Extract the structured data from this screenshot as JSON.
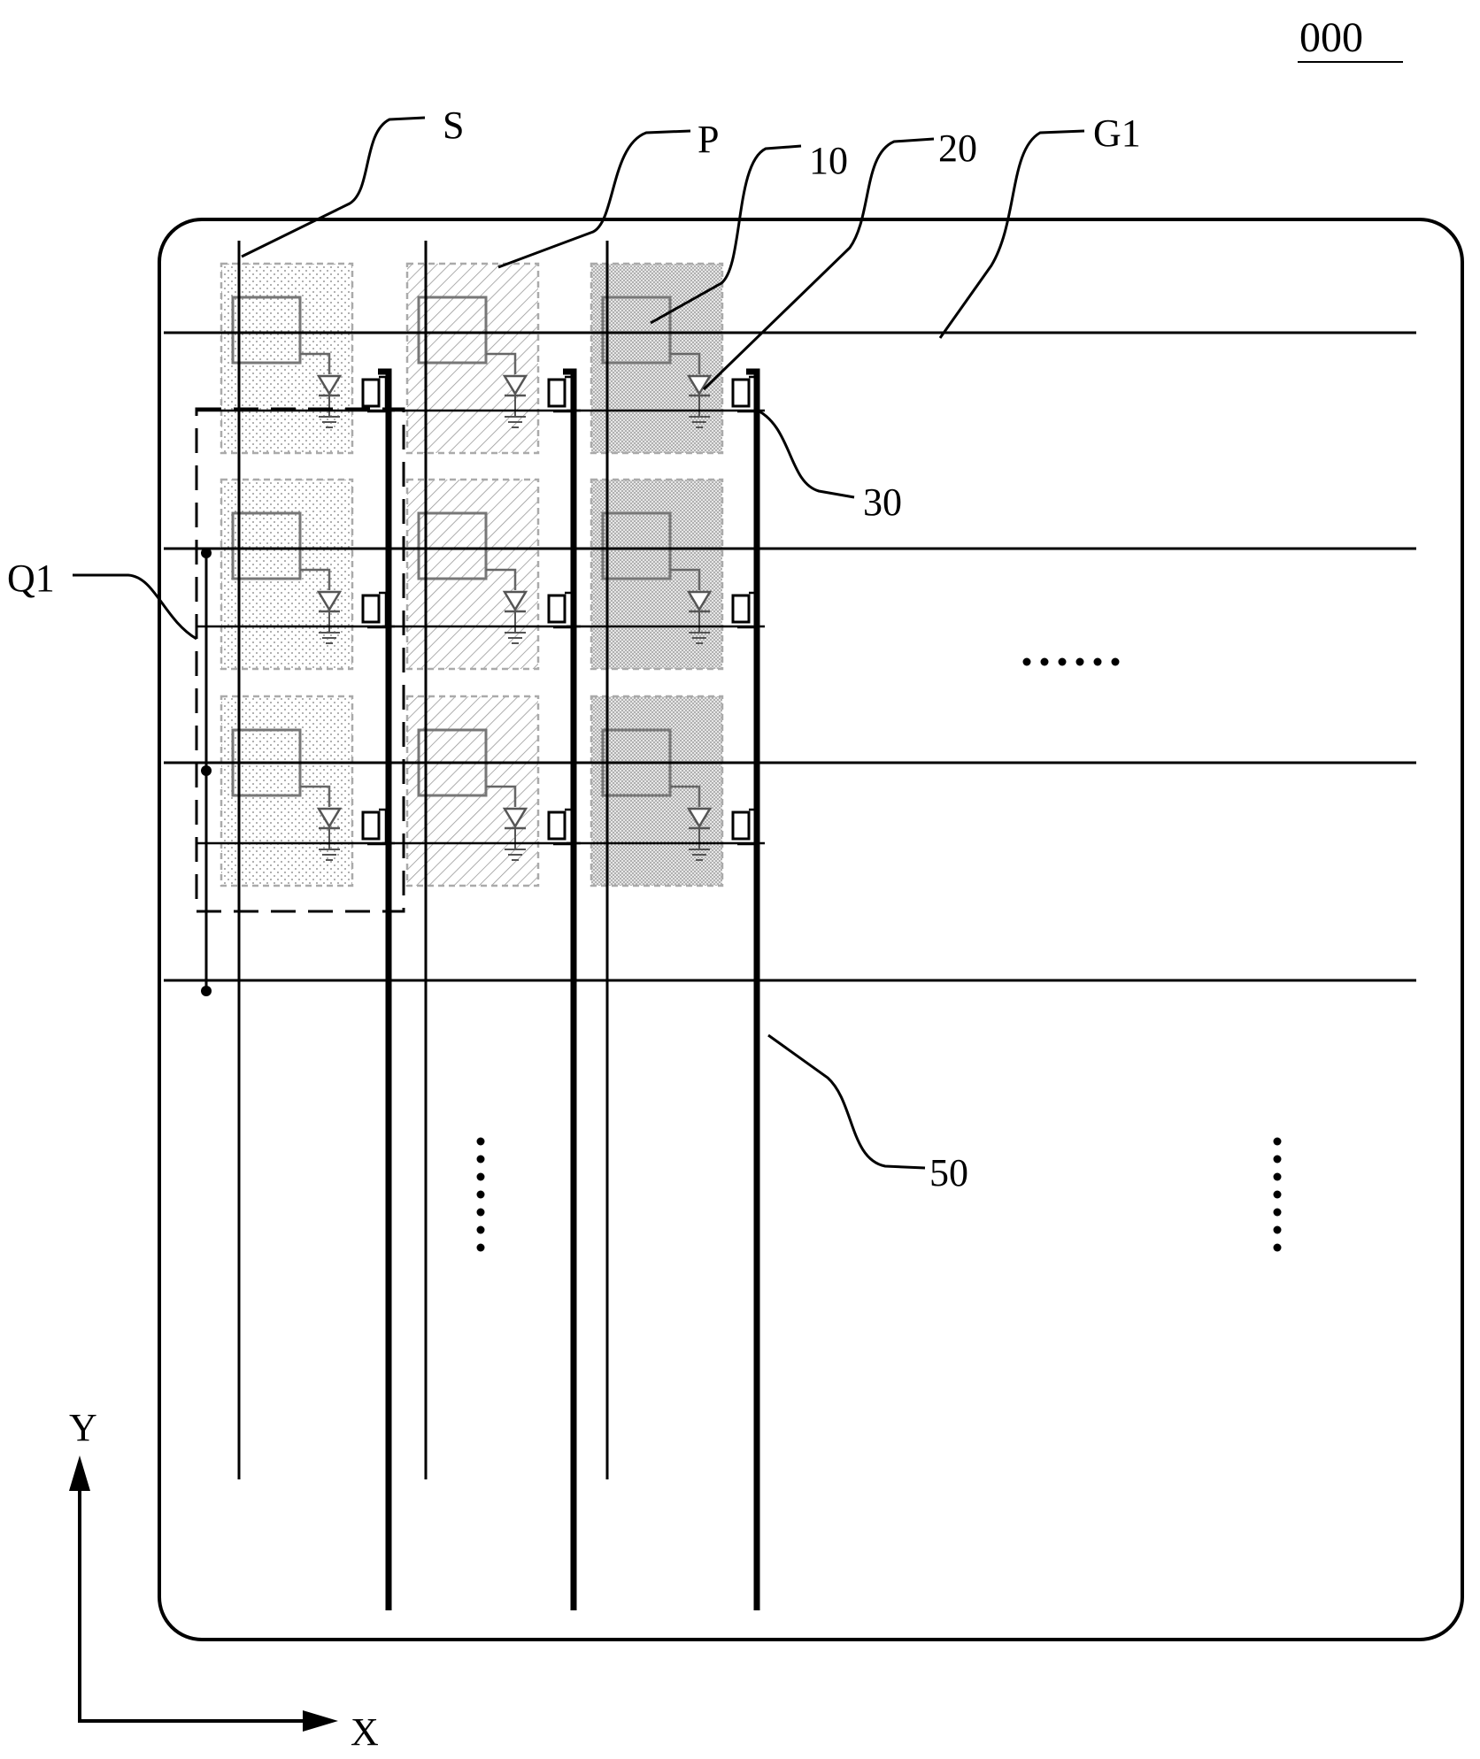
{
  "figure_id": "000",
  "labels": {
    "S": "S",
    "P": "P",
    "ten": "10",
    "twenty": "20",
    "G1": "G1",
    "thirty": "30",
    "Q1": "Q1",
    "fifty": "50"
  },
  "axes": {
    "x": "X",
    "y": "Y"
  },
  "ellipsis": "……",
  "pixel_patterns": [
    "dots",
    "hatch",
    "dense-dots"
  ]
}
